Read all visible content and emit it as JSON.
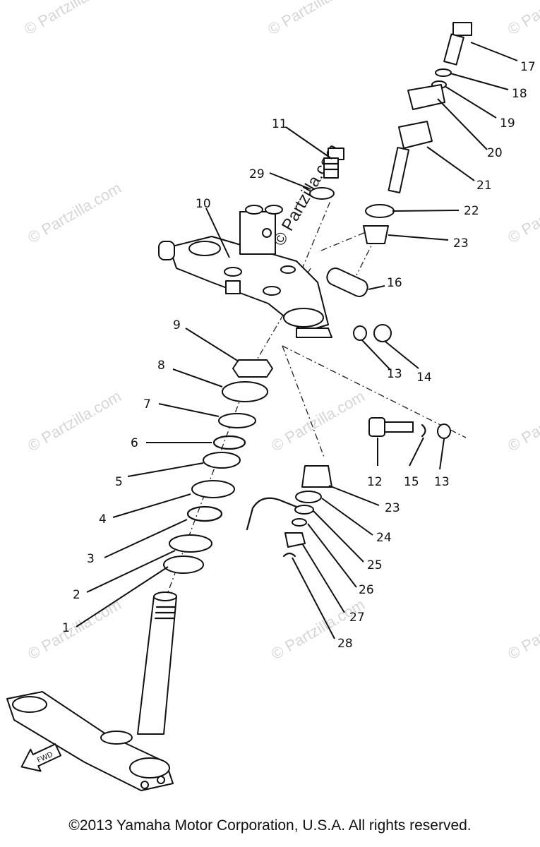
{
  "watermark": "© Partzilla.com",
  "copyright": "©2013 Yamaha Motor Corporation, U.S.A. All rights reserved.",
  "fwd_label": "FWD",
  "callouts": [
    "1",
    "2",
    "3",
    "4",
    "5",
    "6",
    "7",
    "8",
    "9",
    "10",
    "11",
    "12",
    "13",
    "13",
    "14",
    "15",
    "16",
    "17",
    "18",
    "19",
    "20",
    "21",
    "22",
    "23",
    "23",
    "24",
    "25",
    "26",
    "27",
    "28",
    "29"
  ]
}
